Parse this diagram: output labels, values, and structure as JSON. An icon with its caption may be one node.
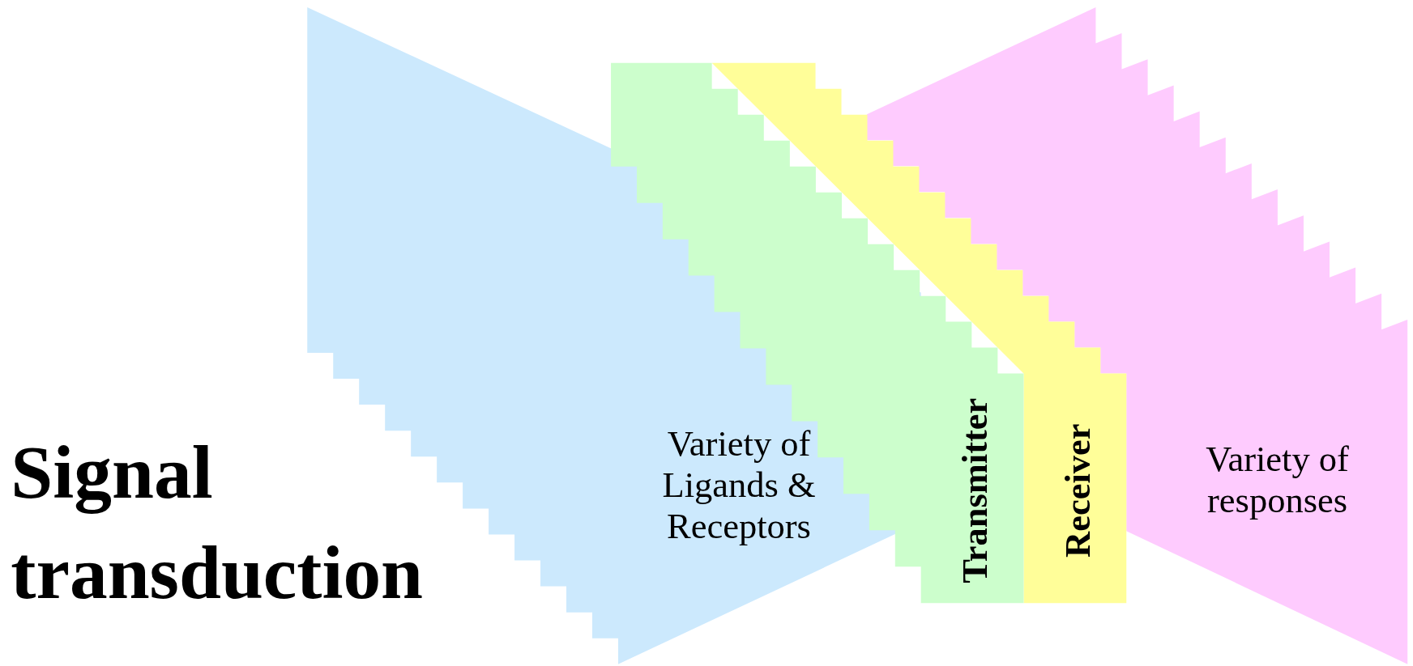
{
  "diagram": {
    "title": "Signal transduction",
    "nodes": [
      {
        "text": [
          "Variety of Ligands & Receptors"
        ]
      },
      {
        "text": [
          "Transmitter"
        ]
      },
      {
        "text": [
          "Receiver"
        ]
      },
      {
        "text": [
          "Variety of responses"
        ]
      }
    ]
  }
}
